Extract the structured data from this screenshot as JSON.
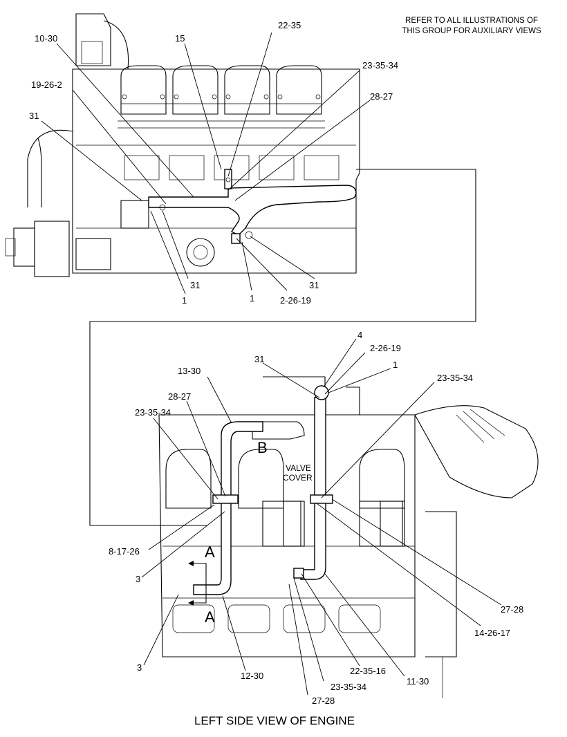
{
  "note": {
    "line1": "REFER TO ALL ILLUSTRATIONS OF",
    "line2": "THIS GROUP FOR AUXILIARY VIEWS"
  },
  "caption": "LEFT SIDE VIEW OF ENGINE",
  "top_view_callouts": {
    "c_10_30": "10-30",
    "c_15": "15",
    "c_22_35": "22-35",
    "c_23_35_34": "23-35-34",
    "c_19_26_2": "19-26-2",
    "c_28_27": "28-27",
    "c_31_left": "31",
    "c_31_mid": "31",
    "c_1_left": "1",
    "c_1_mid": "1",
    "c_2_26_19": "2-26-19",
    "c_31_right": "31"
  },
  "bottom_view_callouts": {
    "c_4": "4",
    "c_2_26_19": "2-26-19",
    "c_31": "31",
    "c_1": "1",
    "c_13_30": "13-30",
    "c_23_35_34_right": "23-35-34",
    "c_28_27": "28-27",
    "c_23_35_34_left": "23-35-34",
    "c_8_17_26": "8-17-26",
    "c_3_upper": "3",
    "c_27_28_right": "27-28",
    "c_14_26_17": "14-26-17",
    "c_3_lower": "3",
    "c_22_35_16": "22-35-16",
    "c_12_30": "12-30",
    "c_23_35_34_bottom": "23-35-34",
    "c_11_30": "11-30",
    "c_27_28_bottom": "27-28"
  },
  "view_markers": {
    "b": "B",
    "a_top": "A",
    "a_bottom": "A",
    "valve_cover_line1": "VALVE",
    "valve_cover_line2": "COVER"
  }
}
